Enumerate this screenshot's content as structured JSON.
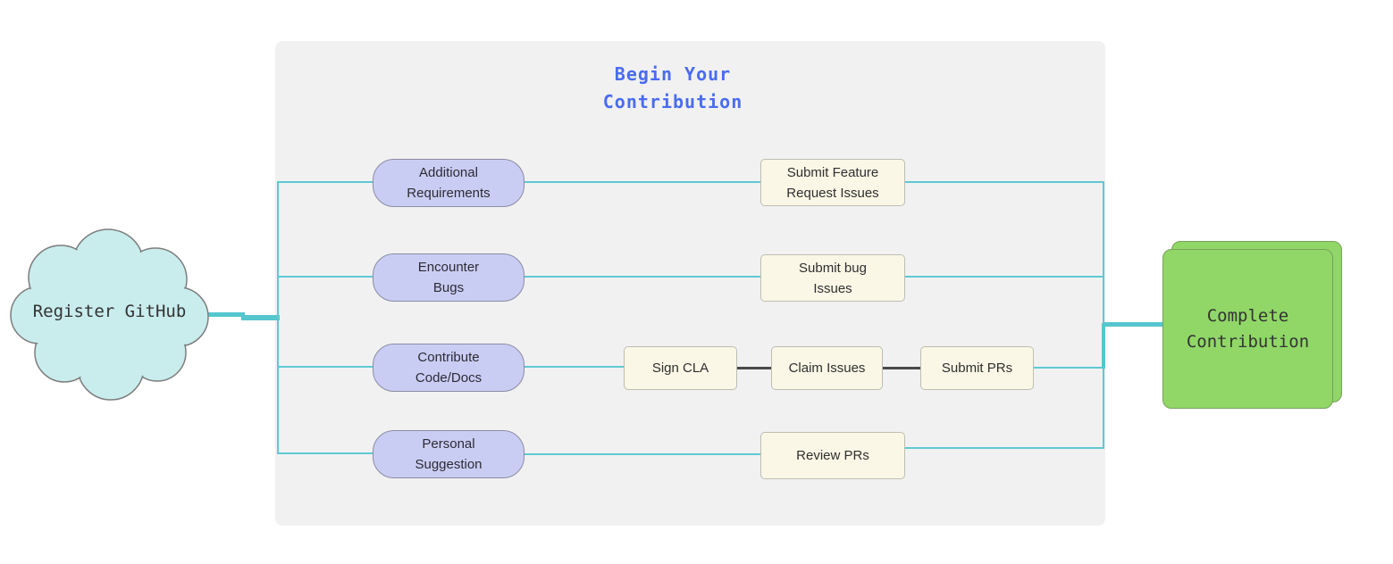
{
  "diagram": {
    "start_node": {
      "label": "Register GitHub"
    },
    "container": {
      "title_line1": "Begin Your",
      "title_line2": "Contribution"
    },
    "rows": [
      {
        "source": {
          "line1": "Additional",
          "line2": "Requirements"
        },
        "steps": [
          {
            "line1": "Submit Feature",
            "line2": "Request Issues"
          }
        ]
      },
      {
        "source": {
          "line1": "Encounter",
          "line2": "Bugs"
        },
        "steps": [
          {
            "line1": "Submit bug",
            "line2": "Issues"
          }
        ]
      },
      {
        "source": {
          "line1": "Contribute",
          "line2": "Code/Docs"
        },
        "steps": [
          {
            "line1": "Sign CLA"
          },
          {
            "line1": "Claim Issues"
          },
          {
            "line1": "Submit PRs"
          }
        ]
      },
      {
        "source": {
          "line1": "Personal",
          "line2": "Suggestion"
        },
        "steps": [
          {
            "line1": "Review PRs"
          }
        ]
      }
    ],
    "end_node": {
      "label_line1": "Complete",
      "label_line2": "Contribution"
    }
  },
  "colors": {
    "connector_teal": "#5fc9d2",
    "connector_dark": "#4a4a4a",
    "title_blue": "#4a6cf0",
    "node_lavender": "#cacdf3",
    "node_cream": "#faf7e6",
    "node_green": "#90d767",
    "cloud_fill": "#c9eced",
    "panel_gray": "#f1f1f2"
  }
}
